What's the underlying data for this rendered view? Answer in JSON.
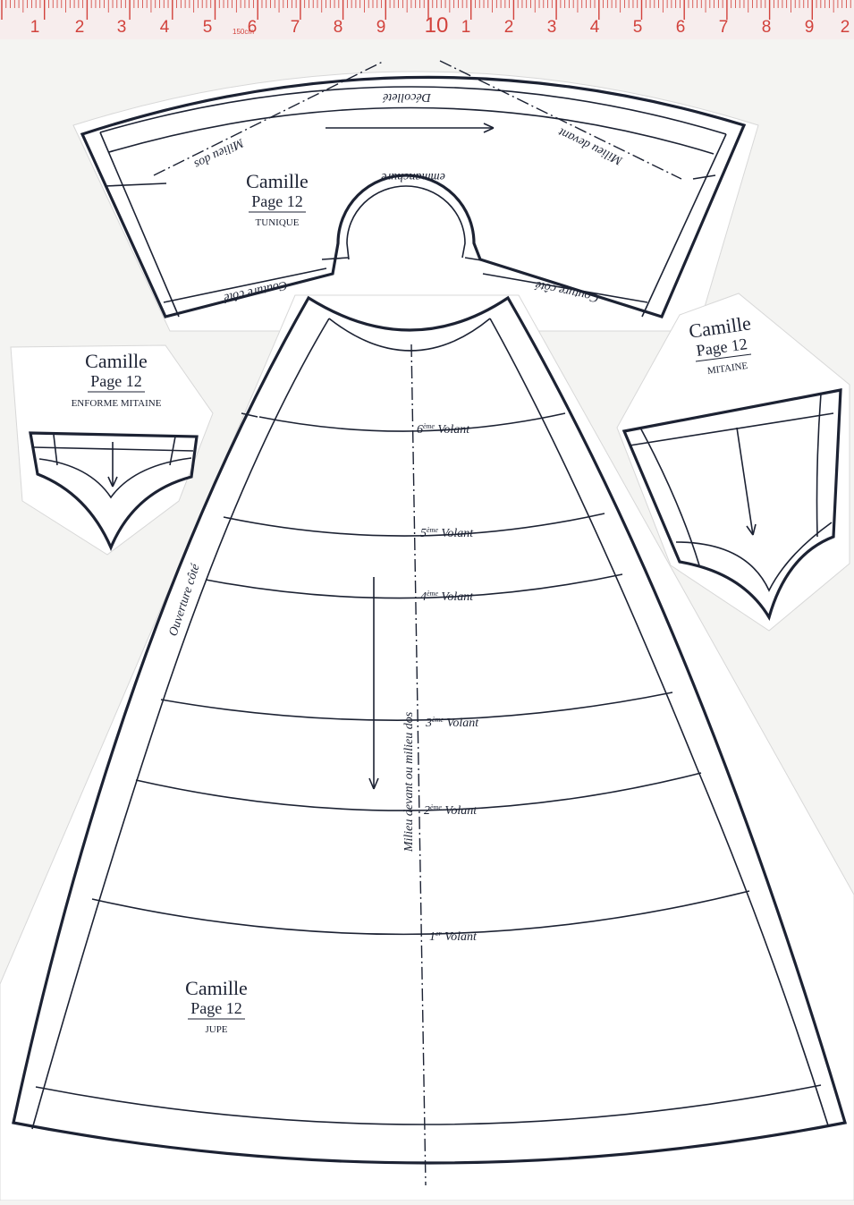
{
  "ruler": {
    "numbers": [
      "1",
      "2",
      "3",
      "4",
      "5",
      "6",
      "7",
      "8",
      "9",
      "10",
      "1",
      "2",
      "3",
      "4",
      "5",
      "6",
      "7",
      "8",
      "9",
      "2"
    ],
    "mark": "150cm",
    "color": "#d2423c",
    "background": "#f7eded"
  },
  "tunique": {
    "title": "Camille",
    "page": "Page 12",
    "name": "TUNIQUE",
    "label_decollete": "Décolleté",
    "label_milieu_dos": "Milieu dos",
    "label_milieu_devant": "Milieu devant",
    "label_emmanchure": "emmanchure",
    "label_couture_cote_left": "Couture côté",
    "label_couture_cote_right": "Couture côté"
  },
  "enforme": {
    "title": "Camille",
    "page": "Page 12",
    "name": "ENFORME MITAINE"
  },
  "mitaine": {
    "title": "Camille",
    "page": "Page 12",
    "name": "MITAINE"
  },
  "jupe": {
    "title": "Camille",
    "page": "Page 12",
    "name": "JUPE",
    "label_ouverture": "Ouverture côté",
    "label_milieu": "Milieu devant ou milieu dos",
    "volants": [
      {
        "num": "6",
        "sup": "ème",
        "word": " Volant"
      },
      {
        "num": "5",
        "sup": "ème",
        "word": " Volant"
      },
      {
        "num": "4",
        "sup": "ème",
        "word": " Volant"
      },
      {
        "num": "3",
        "sup": "ème",
        "word": " Volant"
      },
      {
        "num": "2",
        "sup": "ème",
        "word": " Volant"
      },
      {
        "num": "1",
        "sup": "er",
        "word": " Volant"
      }
    ]
  },
  "colors": {
    "ink": "#1c2233",
    "paper": "#f4f4f2",
    "piece": "#ffffff"
  }
}
